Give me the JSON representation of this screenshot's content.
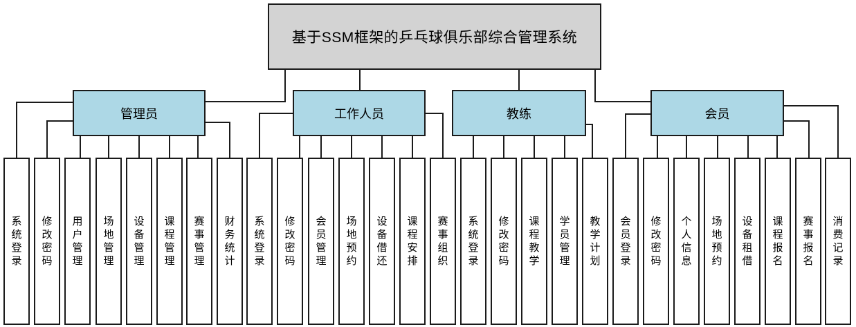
{
  "diagram": {
    "title": "基于SSM框架的乒乓球俱乐部综合管理系统",
    "groups": [
      {
        "label": "管理员",
        "children": [
          "系统登录",
          "修改密码",
          "用户管理",
          "场地管理",
          "设备管理",
          "课程管理",
          "赛事管理",
          "财务统计"
        ]
      },
      {
        "label": "工作人员",
        "children": [
          "系统登录",
          "修改密码",
          "会员管理",
          "场地预约",
          "设备借还",
          "课程安排",
          "赛事组织"
        ]
      },
      {
        "label": "教练",
        "children": [
          "系统登录",
          "修改密码",
          "课程教学",
          "学员管理",
          "教学计划"
        ]
      },
      {
        "label": "会员",
        "children": [
          "会员登录",
          "修改密码",
          "个人信息",
          "场地预约",
          "设备租借",
          "课程报名",
          "赛事报名",
          "消费记录"
        ]
      }
    ],
    "colors": {
      "root_fill": "#d3d3d3",
      "group_fill": "#add8e6",
      "leaf_fill": "#ffffff",
      "line": "#1a1a1a"
    }
  }
}
